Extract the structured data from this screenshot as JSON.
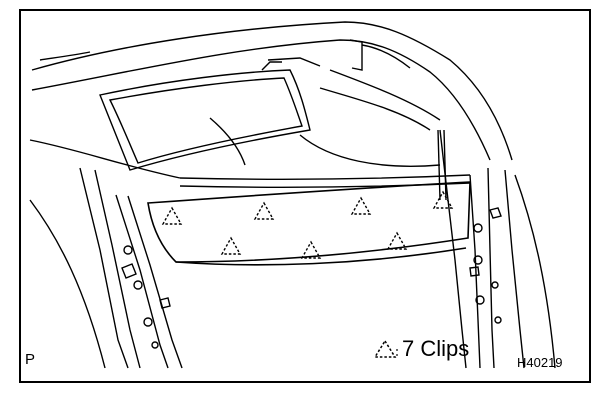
{
  "figure": {
    "corner_letter": "P",
    "legend_label": "7 Clips",
    "legend_icon": "dashed-triangle-clip-icon",
    "figure_code": "H40219",
    "line_color": "#000000",
    "background_color": "#ffffff"
  },
  "clips": [
    {
      "name": "clip-1"
    },
    {
      "name": "clip-2"
    },
    {
      "name": "clip-3"
    },
    {
      "name": "clip-4"
    },
    {
      "name": "clip-5"
    },
    {
      "name": "clip-6"
    },
    {
      "name": "clip-7"
    }
  ]
}
